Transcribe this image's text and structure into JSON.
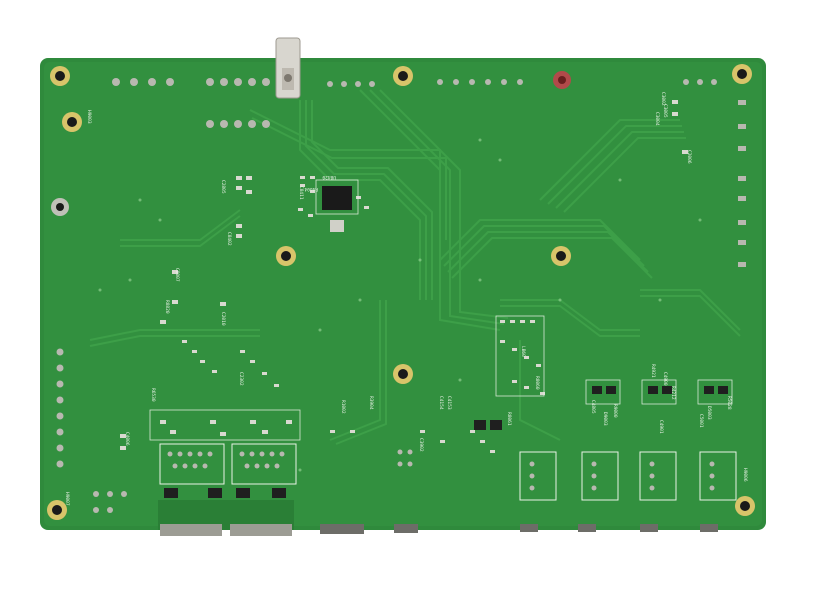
{
  "scene": {
    "subject": "green printed circuit board, bottom side",
    "background": "#ffffff",
    "colors": {
      "board": "#2f8a3c",
      "board_dark": "#1f6a2a",
      "trace": "#3fa24a",
      "copper": "#c9b65a",
      "pad": "#b8b8b0",
      "silkscreen": "#e8f2e6",
      "black_component": "#1a1a1a"
    }
  },
  "silkscreen_labels": {
    "h9003": "H9003",
    "h9006": "H9006",
    "h9007": "H9007",
    "c2006": "C2006",
    "c3004": "C3004",
    "c3005": "C3005",
    "c3002": "C3002",
    "u8420": "U8420",
    "r4604": "R4604",
    "c8411": "C8411",
    "c2805": "C2805",
    "c8402": "C8402",
    "c8007": "C8007",
    "r8820": "R8820",
    "c2010": "C2010",
    "lb60": "LB60",
    "r8060": "R8060",
    "r8061": "R8061",
    "c4154": "C4154",
    "c4153": "C4153",
    "c4805": "C4805",
    "r4921": "R4921",
    "r5028": "R5028",
    "d5003": "D5003",
    "c5001": "C5001",
    "r4212": "R4212",
    "c4900": "C4900",
    "c4901": "C4901",
    "r9000": "R9000",
    "d9003": "D9003",
    "r6530": "R6530",
    "r1002": "R1002",
    "c4006": "C4006",
    "r3904": "R3904",
    "c3902": "C3902",
    "c2302": "C2302"
  }
}
